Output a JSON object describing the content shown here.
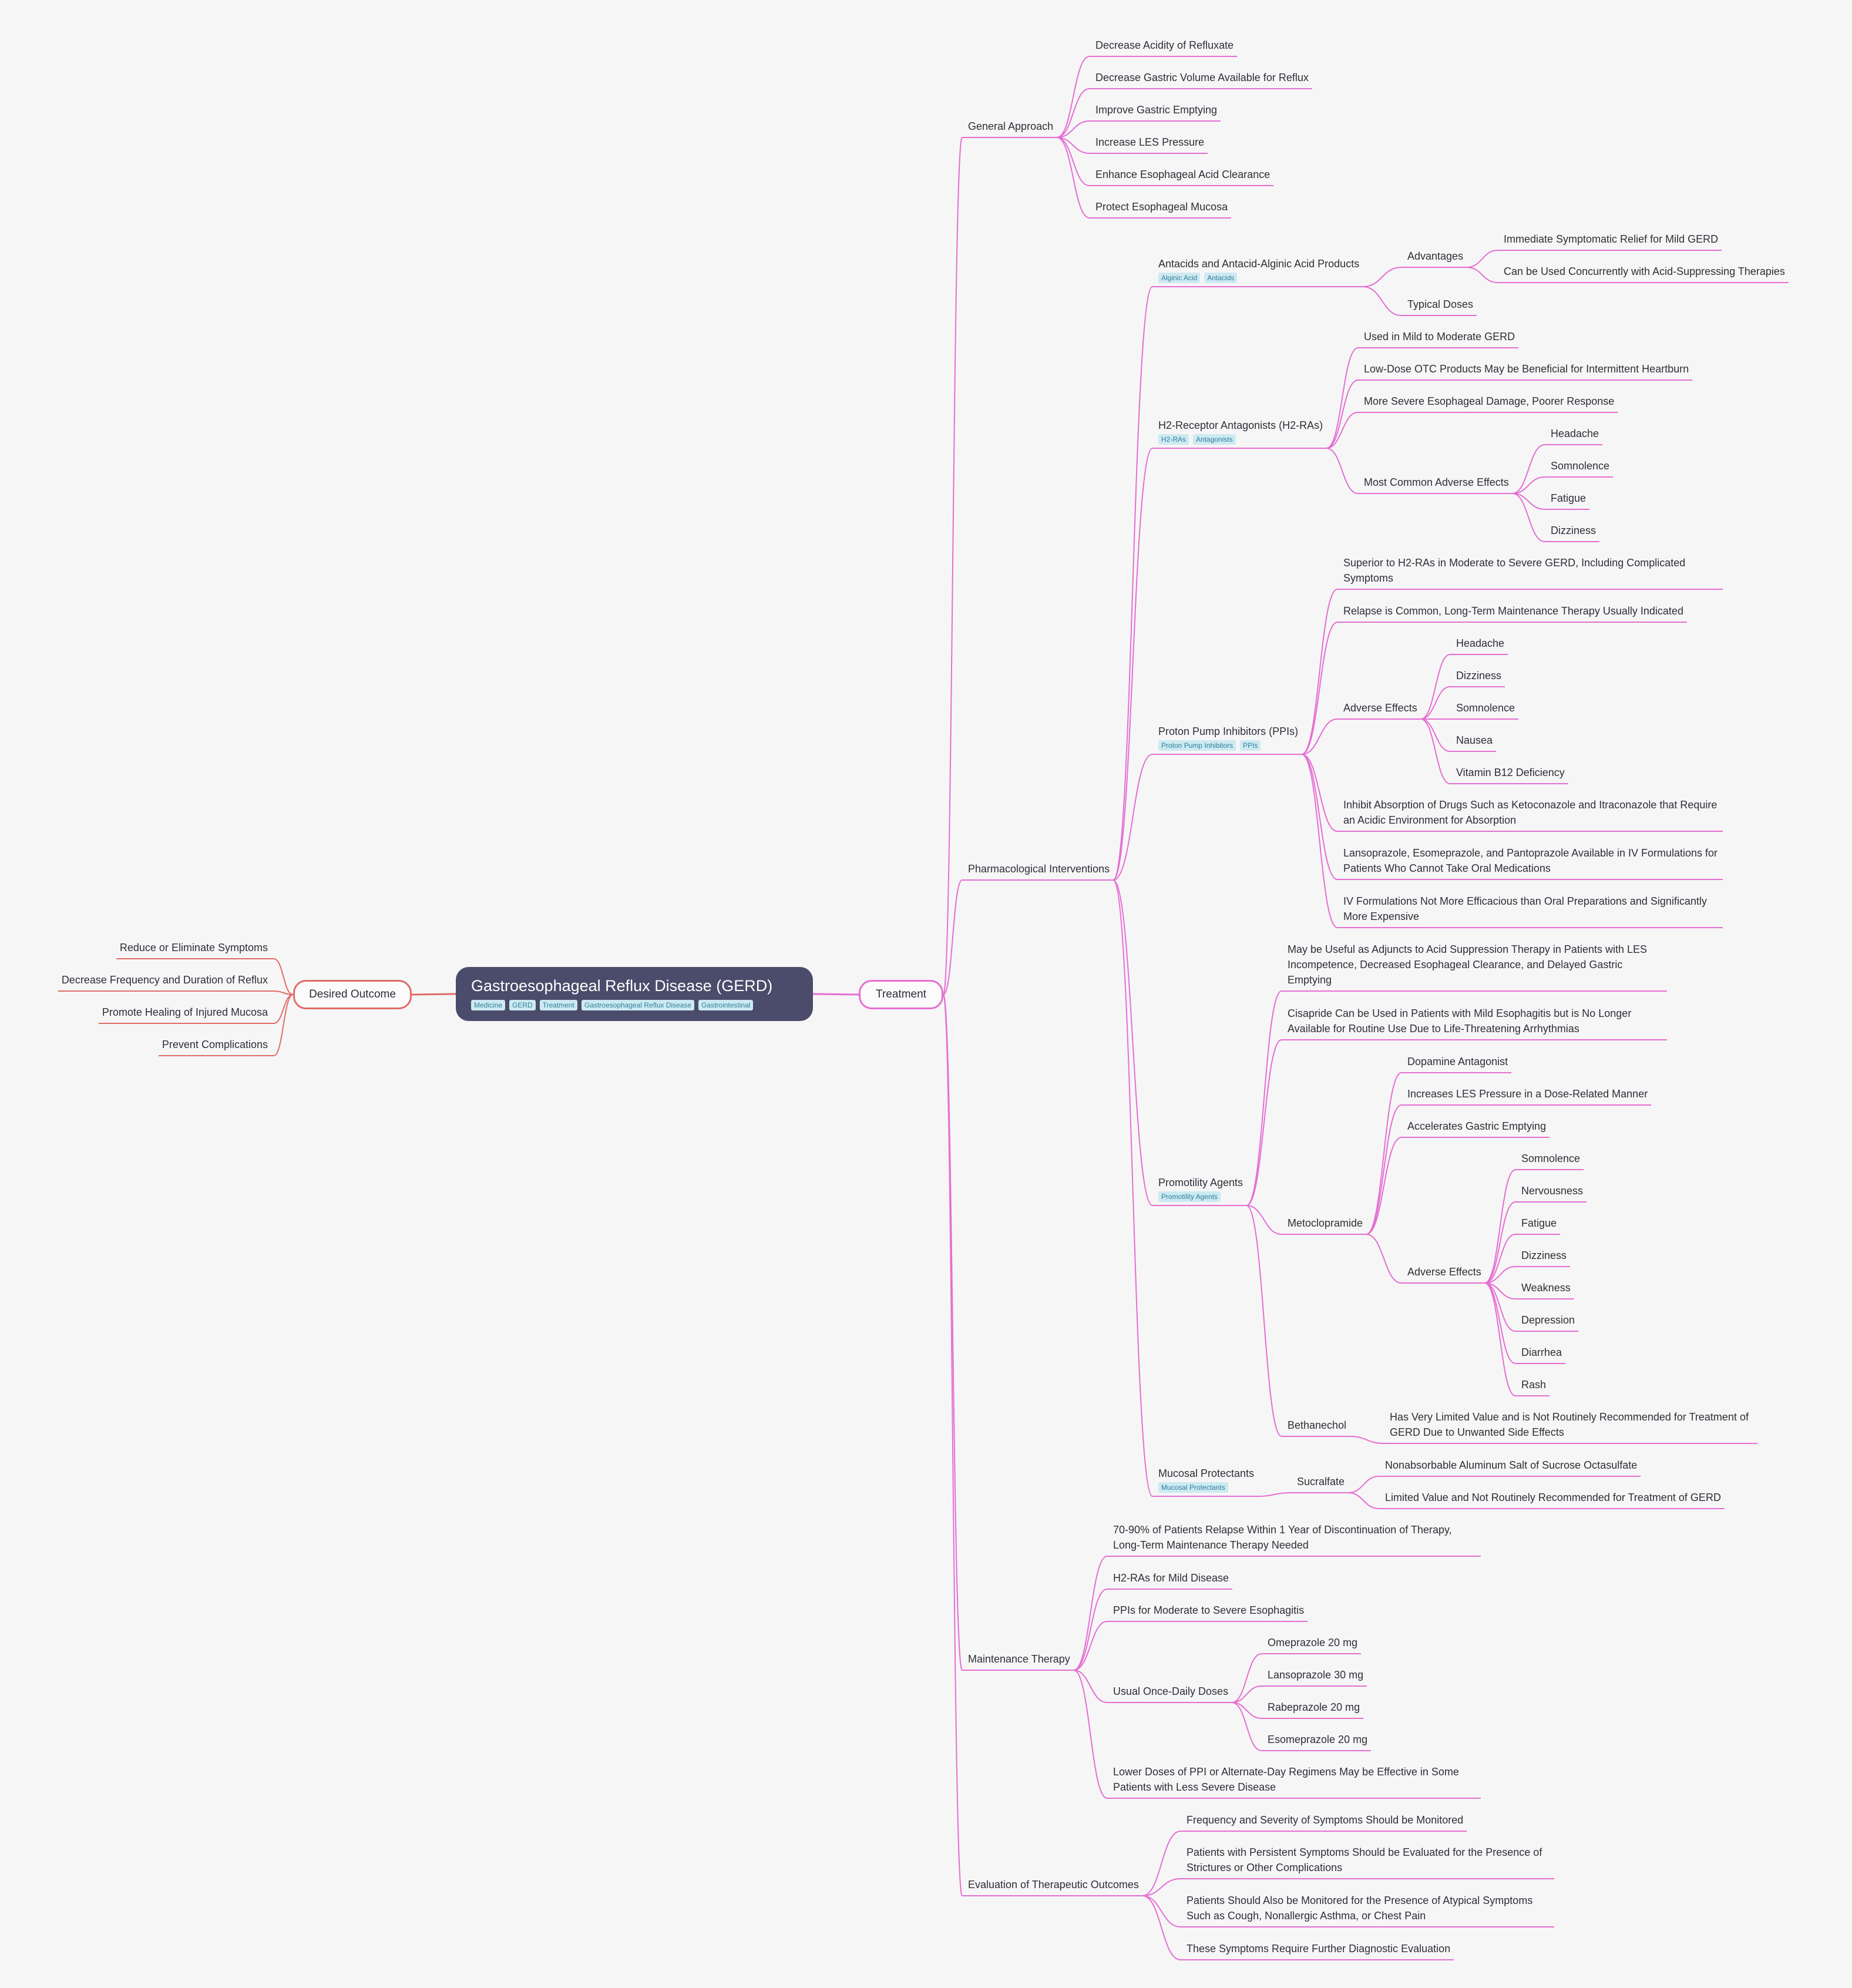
{
  "colors": {
    "background": "#f6f6f7",
    "root_fill": "#4b4c6b",
    "left_branch": "#e06c66",
    "right_branch": "#e56ed3",
    "tag_fill": "#cde9f2",
    "tag_text": "#2e7f9a"
  },
  "root": {
    "title": "Gastroesophageal Reflux Disease (GERD)",
    "tags": [
      "Medicine",
      "GERD",
      "Treatment",
      "Gastroesophageal Reflux Disease",
      "Gastrointestinal"
    ]
  },
  "desired_outcome": {
    "label": "Desired Outcome",
    "items": [
      "Reduce or Eliminate Symptoms",
      "Decrease Frequency and Duration of Reflux",
      "Promote Healing of Injured Mucosa",
      "Prevent Complications"
    ]
  },
  "treatment": {
    "label": "Treatment",
    "general": {
      "label": "General Approach",
      "items": [
        "Decrease Acidity of Refluxate",
        "Decrease Gastric Volume Available for Reflux",
        "Improve Gastric Emptying",
        "Increase LES Pressure",
        "Enhance Esophageal Acid Clearance",
        "Protect Esophageal Mucosa"
      ]
    },
    "pharm": {
      "label": "Pharmacological Interventions",
      "antacids": {
        "label": "Antacids and Antacid-Alginic Acid Products",
        "tags": [
          "Alginic Acid",
          "Antacids"
        ],
        "advantages": {
          "label": "Advantages",
          "items": [
            "Immediate Symptomatic Relief for Mild GERD",
            "Can be Used Concurrently with Acid-Suppressing Therapies"
          ]
        },
        "typical": "Typical Doses"
      },
      "h2": {
        "label": "H2-Receptor Antagonists (H2-RAs)",
        "tags": [
          "H2-RAs",
          "Antagonists"
        ],
        "items": [
          "Used in Mild to Moderate GERD",
          "Low-Dose OTC Products May be Beneficial for Intermittent Heartburn",
          "More Severe Esophageal Damage, Poorer Response"
        ],
        "adverse": {
          "label": "Most Common Adverse Effects",
          "items": [
            "Headache",
            "Somnolence",
            "Fatigue",
            "Dizziness"
          ]
        }
      },
      "ppi": {
        "label": "Proton Pump Inhibitors (PPIs)",
        "tags": [
          "Proton Pump Inhibitors",
          "PPIs"
        ],
        "items_before": [
          "Superior to H2-RAs in Moderate to Severe GERD, Including Complicated Symptoms",
          "Relapse is Common, Long-Term Maintenance Therapy Usually Indicated"
        ],
        "adverse": {
          "label": "Adverse Effects",
          "items": [
            "Headache",
            "Dizziness",
            "Somnolence",
            "Nausea",
            "Vitamin B12 Deficiency"
          ]
        },
        "items_after": [
          "Inhibit Absorption of Drugs Such as Ketoconazole and Itraconazole that Require an Acidic Environment for Absorption",
          "Lansoprazole, Esomeprazole, and Pantoprazole Available in IV Formulations for Patients Who Cannot Take Oral Medications",
          "IV Formulations Not More Efficacious than Oral Preparations and Significantly More Expensive"
        ]
      },
      "promo": {
        "label": "Promotility Agents",
        "tags": [
          "Promotility Agents"
        ],
        "items": [
          "May be Useful as Adjuncts to Acid Suppression Therapy in Patients with LES Incompetence, Decreased Esophageal Clearance, and Delayed Gastric Emptying",
          "Cisapride Can be Used in Patients with Mild Esophagitis but is No Longer Available for Routine Use Due to Life-Threatening Arrhythmias"
        ],
        "metoclopramide": {
          "label": "Metoclopramide",
          "items": [
            "Dopamine Antagonist",
            "Increases LES Pressure in a Dose-Related Manner",
            "Accelerates Gastric Emptying"
          ],
          "adverse": {
            "label": "Adverse Effects",
            "items": [
              "Somnolence",
              "Nervousness",
              "Fatigue",
              "Dizziness",
              "Weakness",
              "Depression",
              "Diarrhea",
              "Rash"
            ]
          }
        },
        "bethanechol": {
          "label": "Bethanechol",
          "note": "Has Very Limited Value and is Not Routinely Recommended for Treatment of GERD Due to Unwanted Side Effects"
        }
      },
      "mucosal": {
        "label": "Mucosal Protectants",
        "tags": [
          "Mucosal Protectants"
        ],
        "sucralfate": {
          "label": "Sucralfate",
          "items": [
            "Nonabsorbable Aluminum Salt of Sucrose Octasulfate",
            "Limited Value and Not Routinely Recommended for Treatment of GERD"
          ]
        }
      }
    },
    "maint": {
      "label": "Maintenance Therapy",
      "items": [
        "70-90% of Patients Relapse Within 1 Year of Discontinuation of Therapy, Long-Term Maintenance Therapy Needed",
        "H2-RAs for Mild Disease",
        "PPIs for Moderate to Severe Esophagitis"
      ],
      "doses": {
        "label": "Usual Once-Daily Doses",
        "items": [
          "Omeprazole 20 mg",
          "Lansoprazole 30 mg",
          "Rabeprazole 20 mg",
          "Esomeprazole 20 mg"
        ]
      },
      "lower": "Lower Doses of PPI or Alternate-Day Regimens May be Effective in Some Patients with Less Severe Disease"
    },
    "eval": {
      "label": "Evaluation of Therapeutic Outcomes",
      "items": [
        "Frequency and Severity of Symptoms Should be Monitored",
        "Patients with Persistent Symptoms Should be Evaluated for the Presence of Strictures or Other Complications",
        "Patients Should Also be Monitored for the Presence of Atypical Symptoms Such as Cough, Nonallergic Asthma, or Chest Pain",
        "These Symptoms Require Further Diagnostic Evaluation"
      ]
    }
  }
}
